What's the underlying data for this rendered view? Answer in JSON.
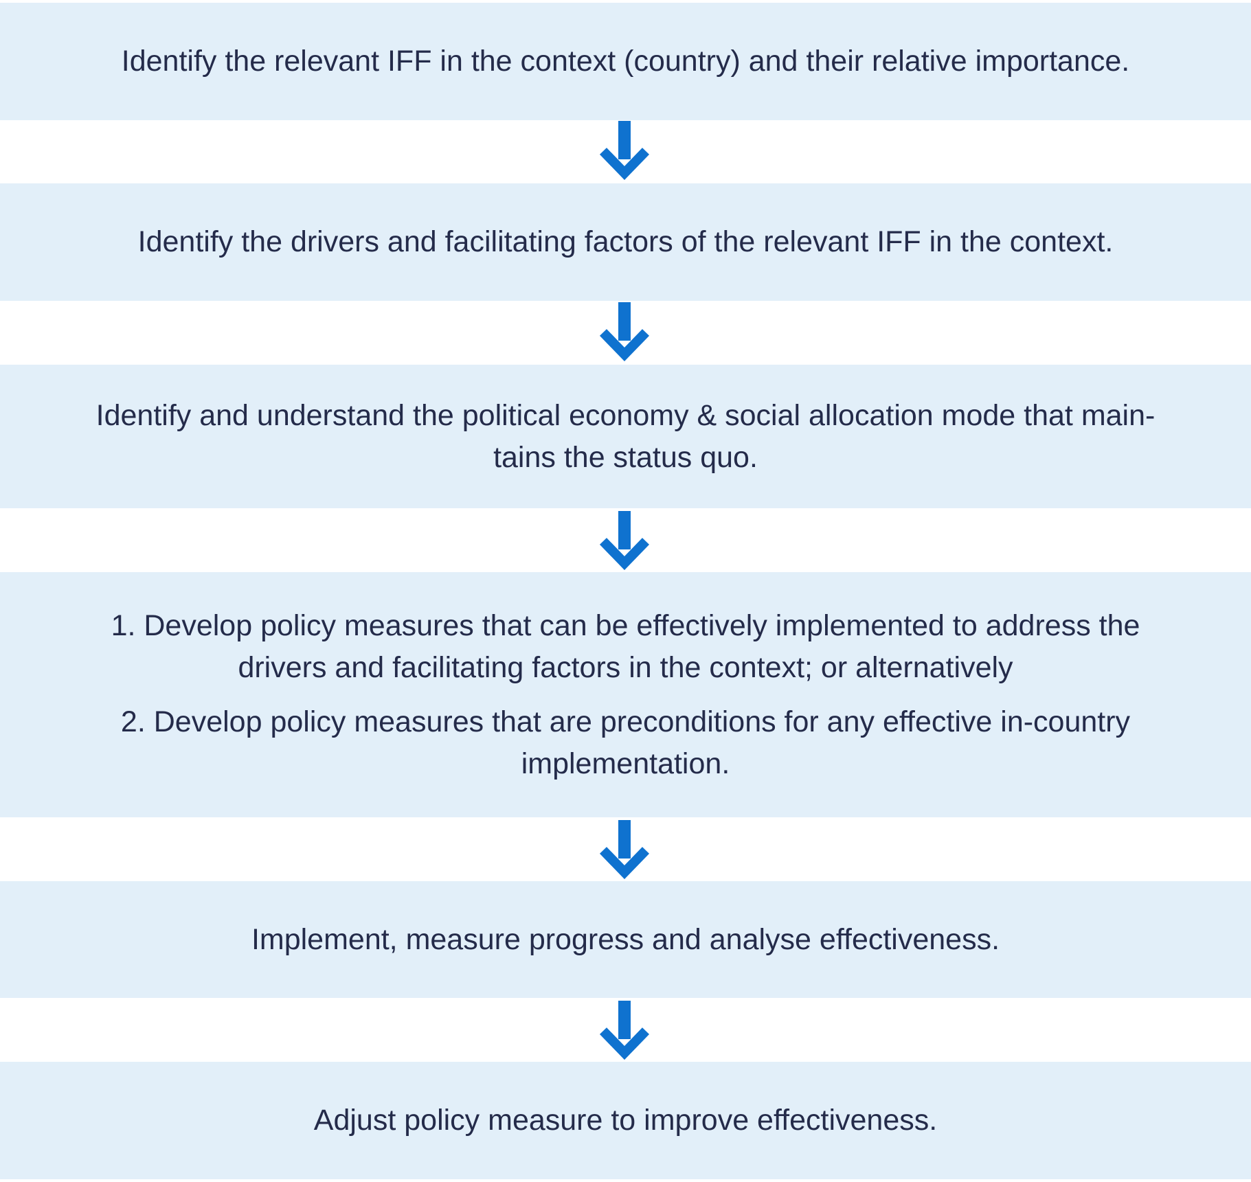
{
  "colors": {
    "box_fill": "#e2eff9",
    "text": "#242b4a",
    "arrow": "#0f72cf",
    "background": "#ffffff"
  },
  "steps": [
    {
      "lines": [
        "Identify the relevant IFF in the context (country) and their relative importance."
      ]
    },
    {
      "lines": [
        "Identify the drivers and facilitating factors of the relevant IFF in the context."
      ]
    },
    {
      "lines": [
        "Identify and understand the political economy & social allocation mode that main-",
        "tains the status quo."
      ]
    },
    {
      "option_1": [
        "1. Develop policy measures that can be effectively implemented to address the",
        "drivers and facilitating factors in the context; or alternatively"
      ],
      "option_2": [
        "2. Develop policy measures that are preconditions for any effective in-country",
        "implementation."
      ]
    },
    {
      "lines": [
        "Implement, measure progress and analyse effectiveness."
      ]
    },
    {
      "lines": [
        "Adjust policy measure to improve effectiveness."
      ]
    }
  ],
  "arrows": [
    {
      "icon": "arrow-down-icon"
    },
    {
      "icon": "arrow-down-icon"
    },
    {
      "icon": "arrow-down-icon"
    },
    {
      "icon": "arrow-down-icon"
    },
    {
      "icon": "arrow-down-icon"
    }
  ]
}
